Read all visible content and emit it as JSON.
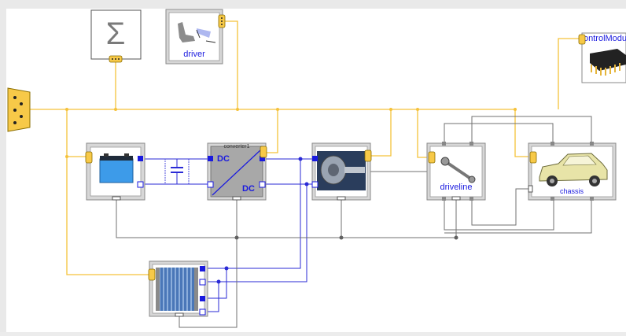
{
  "diagram": {
    "components": {
      "sum": {
        "symbol": "Σ"
      },
      "driver": {
        "label": "driver"
      },
      "controller": {
        "label": "ontrolModu"
      },
      "converter": {
        "name": "converter1",
        "top_text": "DC",
        "bottom_text": "DC"
      },
      "driveline": {
        "label": "driveline"
      },
      "chassis": {
        "label": "chassis"
      }
    },
    "colors": {
      "bus": "#f5c23a",
      "connector": "#f7c948",
      "electric": "#2a2ad6",
      "mechanical": "#707070",
      "label": "#1a1adf"
    }
  }
}
